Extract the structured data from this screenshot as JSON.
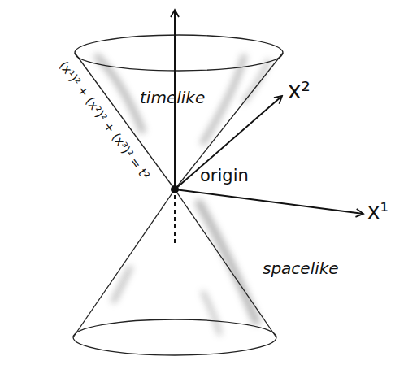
{
  "diagram": {
    "labels": [
      "timelike",
      "x²",
      "origin",
      "x¹",
      "spacelike",
      "(x¹)² + (x²)² + (x³)² = t²"
    ]
  }
}
